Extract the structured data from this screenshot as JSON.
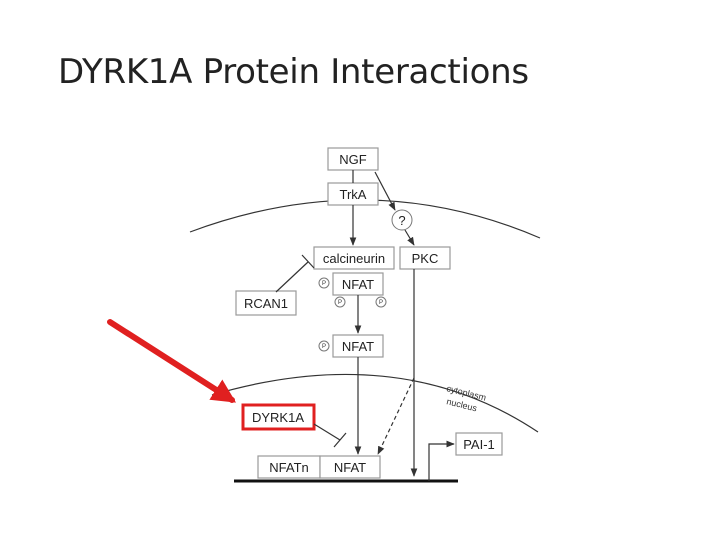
{
  "slide": {
    "title": "DYRK1A Protein Interactions"
  },
  "diagram": {
    "nodes": {
      "ngf": "NGF",
      "trka": "TrkA",
      "unknown": "?",
      "calcineurin": "calcineurin",
      "pkc": "PKC",
      "nfat_cyto": "NFAT",
      "rcan1": "RCAN1",
      "nfat_mid": "NFAT",
      "dyrk1a": "DYRK1A",
      "pai1": "PAI-1",
      "nfatn": "NFATn",
      "nfat_nuc": "NFAT"
    },
    "phospho_label": "P",
    "compartments": {
      "cytoplasm": "cytoplasm",
      "nucleus": "nucleus"
    },
    "highlight_color": "#e02020"
  }
}
